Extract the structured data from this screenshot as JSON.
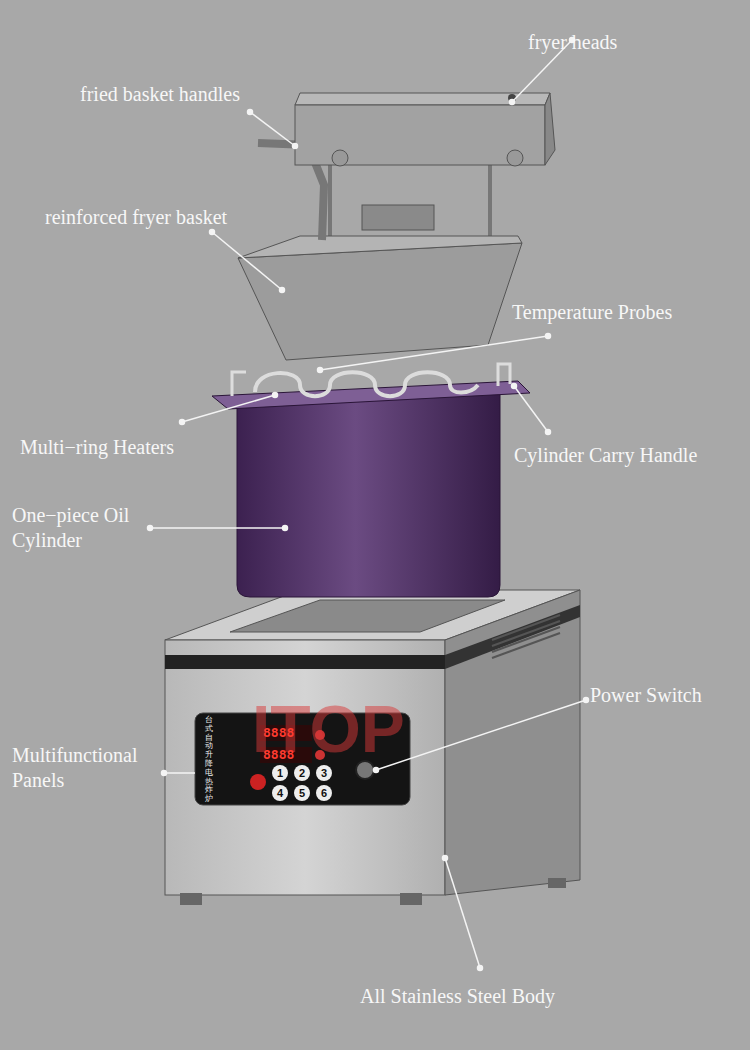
{
  "diagram": {
    "labels": [
      "fryer heads",
      "fried basket handles",
      "reinforced fryer basket",
      "Temperature Probes",
      "Multi−ring Heaters",
      "Cylinder Carry Handle",
      "One−piece Oil Cylinder",
      "ITOP",
      "台式自动升降电热炸炉",
      "8888",
      "8888",
      "1",
      "2",
      "3",
      "4",
      "5",
      "6",
      "Multifunctional Panels",
      "Power Switch",
      "All Stainless Steel Body"
    ]
  }
}
